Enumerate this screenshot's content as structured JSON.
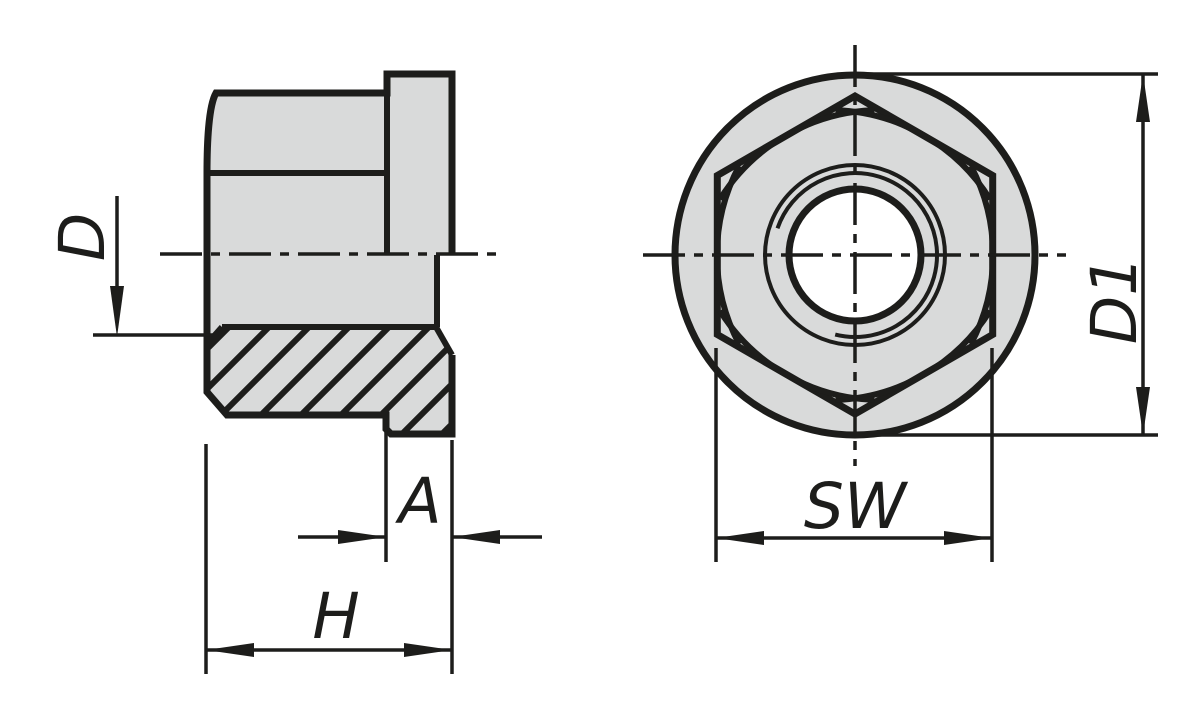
{
  "labels": {
    "thread_diameter": "D",
    "collar_width": "A",
    "height": "H",
    "wrench_size": "SW",
    "collar_diameter": "D1"
  },
  "colors": {
    "line": "#1d1d1b",
    "part_fill": "#d9dada",
    "background": "#ffffff"
  }
}
